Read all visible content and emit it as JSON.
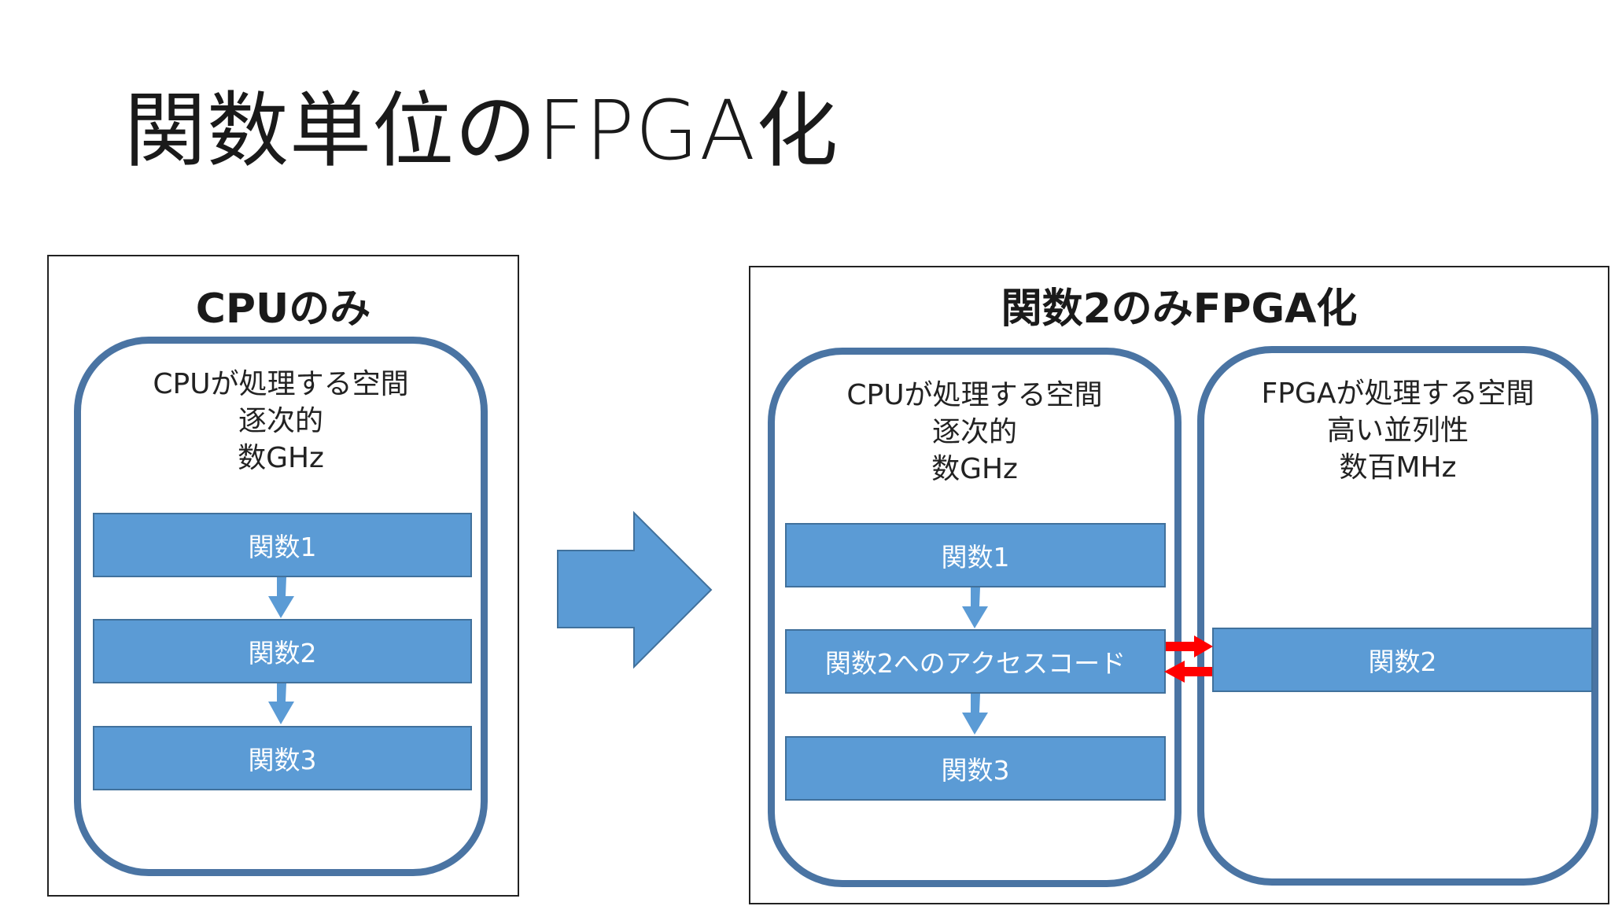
{
  "slide": {
    "title": "関数単位のFPGA化"
  },
  "left_panel": {
    "title": "CPUのみ",
    "space": {
      "lines": [
        "CPUが処理する空間",
        "逐次的",
        "数GHz"
      ]
    },
    "functions": [
      "関数1",
      "関数2",
      "関数3"
    ]
  },
  "right_panel": {
    "title": "関数2のみFPGA化",
    "cpu_space": {
      "lines": [
        "CPUが処理する空間",
        "逐次的",
        "数GHz"
      ],
      "functions": [
        "関数1",
        "関数2へのアクセスコード",
        "関数3"
      ]
    },
    "fpga_space": {
      "lines": [
        "FPGAが処理する空間",
        "高い並列性",
        "数百MHz"
      ],
      "functions": [
        "関数2"
      ]
    }
  },
  "colors": {
    "box_fill": "#5b9bd5",
    "box_border": "#41719c",
    "space_border": "#4a74a3",
    "flow_arrow": "#5b9bd5",
    "exchange_arrow": "#ff0000"
  }
}
